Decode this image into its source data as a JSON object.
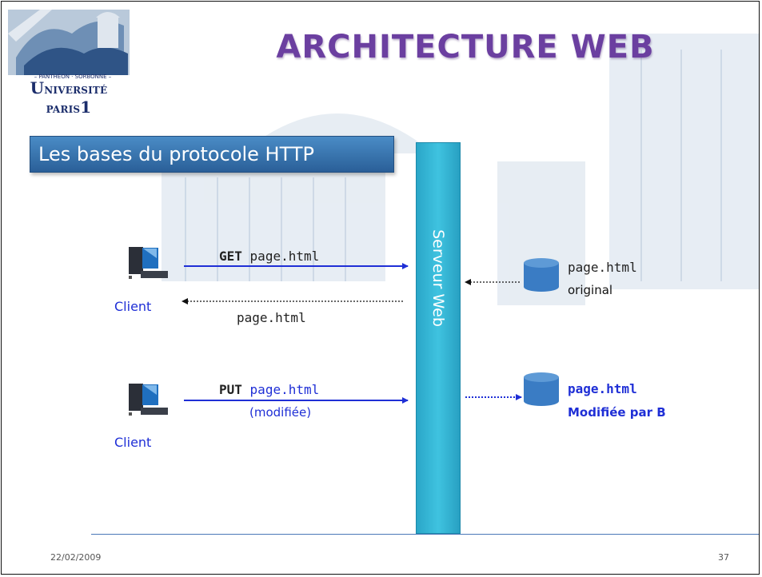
{
  "logo": {
    "top_text": "– PANTHÉON · SORBONNE –",
    "univ_prefix": "U",
    "univ_rest": "NIVERSITÉ PARIS",
    "univ_number": "1"
  },
  "title": "ARCHITECTURE WEB",
  "subtitle": "Les bases du protocole HTTP",
  "server_label": "Serveur Web",
  "exchanges": {
    "get": {
      "method": "GET",
      "resource": "page.html"
    },
    "get_response": {
      "resource": "page.html"
    },
    "put": {
      "method": "PUT",
      "resource": "page.html",
      "note": "(modifiée)"
    }
  },
  "clients": [
    {
      "label": "Client"
    },
    {
      "label": "Client"
    }
  ],
  "storage": {
    "original": {
      "file": "page.html",
      "note": "original"
    },
    "modified": {
      "file": "page.html",
      "note": "Modifiée par B"
    }
  },
  "colors": {
    "title": "#6b3fa0",
    "subtitle_box": "#3a78b5",
    "server": "#3fc3e0",
    "client_text": "#1f2fd6",
    "arrow": "#1f2fd6",
    "database": "#3a7cc4"
  },
  "icons": [
    "computer-icon",
    "database-icon"
  ],
  "footer": {
    "date": "22/02/2009",
    "page": "37"
  }
}
